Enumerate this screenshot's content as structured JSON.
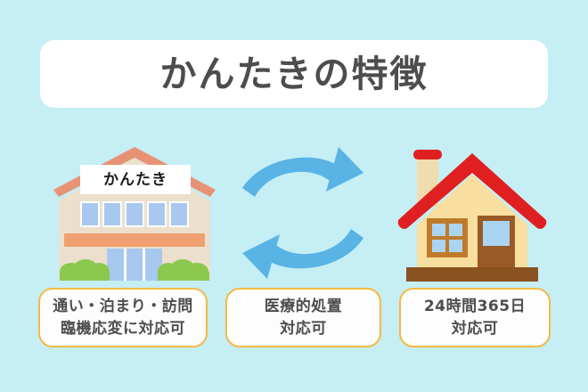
{
  "page": {
    "background_color": "#c5eef5"
  },
  "title": {
    "text": "かんたきの特徴",
    "card_color": "#ffffff",
    "text_color": "#4d4d4d"
  },
  "illustrations": {
    "facility": {
      "name": "facility-building",
      "sign_label": "かんたき",
      "roof_color": "#e89275",
      "wall_color": "#ece0cd",
      "window_color": "#a8c8ef",
      "band_color": "#f0a070",
      "bush_color": "#8dc84e"
    },
    "arrows": {
      "name": "two-way-exchange-arrows",
      "color": "#59b4e5",
      "top_direction": "right",
      "bottom_direction": "left"
    },
    "home": {
      "name": "private-home",
      "roof_color": "#e02020",
      "wall_color": "#f8dfa0",
      "door_color": "#9a5a28",
      "window_color": "#a9d5f2",
      "base_color": "#8a5220",
      "chimney_color": "#f0dcae"
    }
  },
  "badges": [
    {
      "name": "badge-flexible-service",
      "line1": "通い・泊まり・訪問",
      "line2": "臨機応変に対応可",
      "border_color": "#f5b942",
      "text_color": "#4d4d4d"
    },
    {
      "name": "badge-medical-care",
      "line1": "医療的処置",
      "line2": "対応可",
      "border_color": "#f5b942",
      "text_color": "#4d4d4d"
    },
    {
      "name": "badge-24h-365d",
      "line1": "24時間365日",
      "line2": "対応可",
      "border_color": "#f5b942",
      "text_color": "#4d4d4d"
    }
  ]
}
